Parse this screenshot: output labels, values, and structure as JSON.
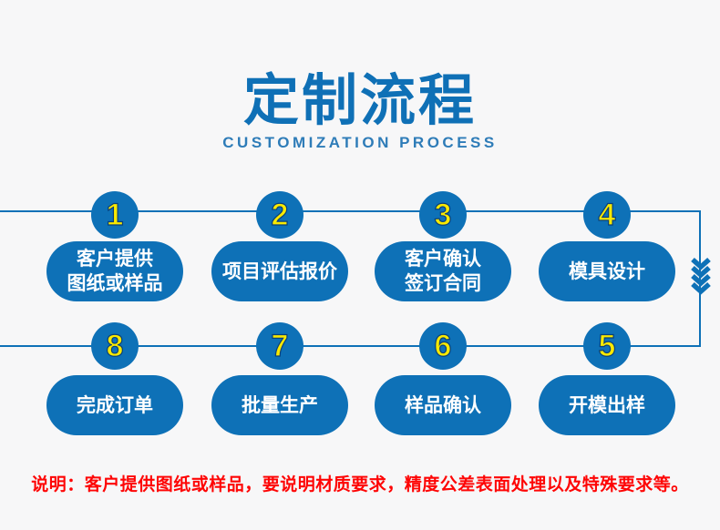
{
  "header": {
    "title": "定制流程",
    "subtitle": "CUSTOMIZATION PROCESS"
  },
  "flow": {
    "steps": [
      {
        "num": "1",
        "label": "客户提供\n图纸或样品"
      },
      {
        "num": "2",
        "label": "项目评估报价"
      },
      {
        "num": "3",
        "label": "客户确认\n签订合同"
      },
      {
        "num": "4",
        "label": "模具设计"
      },
      {
        "num": "5",
        "label": "开模出样"
      },
      {
        "num": "6",
        "label": "样品确认"
      },
      {
        "num": "7",
        "label": "批量生产"
      },
      {
        "num": "8",
        "label": "完成订单"
      }
    ],
    "connector_icon": "chevron-down-icon"
  },
  "note": {
    "text": "说明：客户提供图纸或样品，要说明材质要求，精度公差表面处理以及特殊要求等。"
  },
  "colors": {
    "primary_blue": "#0e71b7",
    "subtitle_blue": "#2e7cb8",
    "number_yellow": "#f9e900",
    "note_red": "#fe0505",
    "background": "#f7f7f8",
    "pill_text": "#ffffff"
  }
}
